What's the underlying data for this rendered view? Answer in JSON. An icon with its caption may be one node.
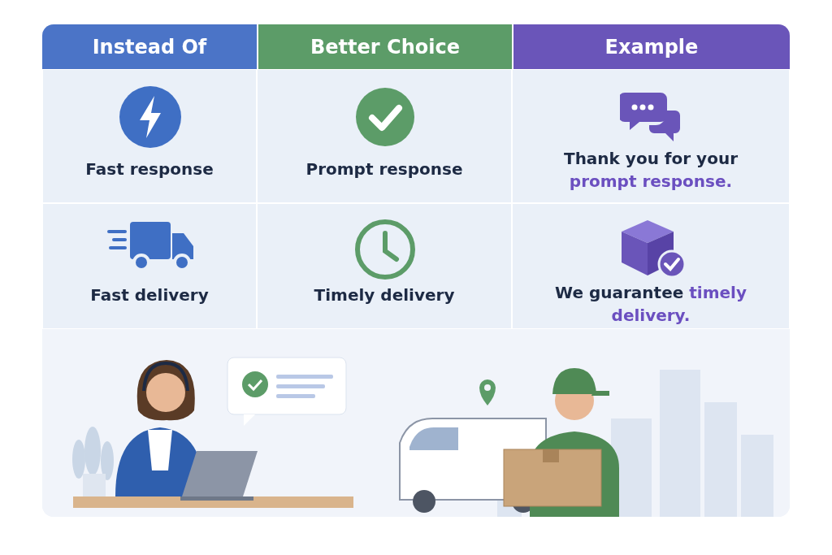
{
  "diagram": {
    "labels": [
      "Instead Of",
      "Better Choice",
      "Example",
      "Fast response",
      "Prompt response",
      "Thank you for your **prompt response.**",
      "Fast delivery",
      "Timely delivery",
      "We guarantee **timely delivery.**"
    ]
  }
}
